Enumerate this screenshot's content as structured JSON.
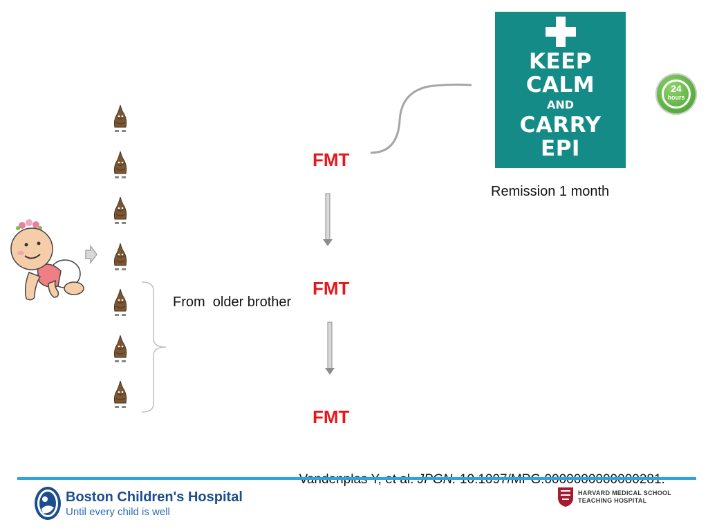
{
  "slide": {
    "fmt_labels": [
      "FMT",
      "FMT",
      "FMT"
    ],
    "donor_label": "From  older brother",
    "remission_label": "Remission 1 month",
    "poster": {
      "line1": "KEEP",
      "line2": "CALM",
      "line3": "AND",
      "line4": "CARRY",
      "line5": "EPI"
    },
    "badge": {
      "number": "24",
      "unit": "hours"
    },
    "citation": {
      "authors": "Vandenplas Y, et al. ",
      "journal": "JPGN.",
      "doi": " 10.1097/MPG.0000000000000281."
    },
    "stool_count": 7
  },
  "footer": {
    "hospital_name": "Boston Children's Hospital",
    "hospital_tagline": "Until every child is well",
    "hms_line1": "HARVARD MEDICAL SCHOOL",
    "hms_line2": "TEACHING HOSPITAL"
  },
  "colors": {
    "fmt": "#e8151b",
    "poster_bg": "#148b86",
    "footer_line": "#2ea3dc",
    "bch_blue": "#1b4d8f"
  }
}
